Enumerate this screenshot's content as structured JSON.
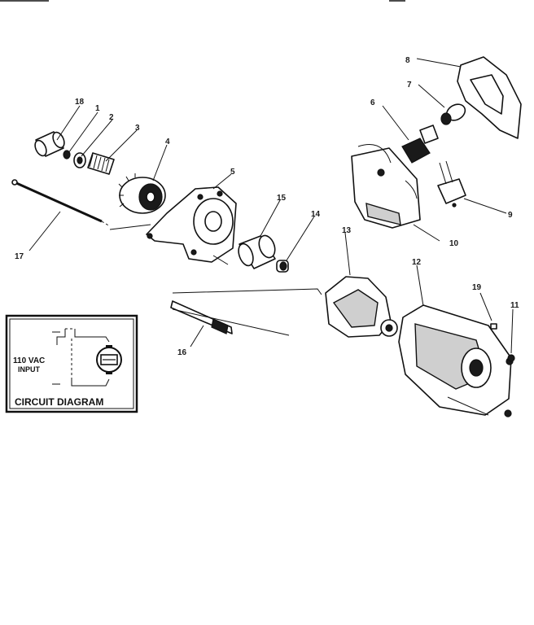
{
  "parts": [
    {
      "ref": "1"
    },
    {
      "ref": "2"
    },
    {
      "ref": "3"
    },
    {
      "ref": "4"
    },
    {
      "ref": "5"
    },
    {
      "ref": "6"
    },
    {
      "ref": "7"
    },
    {
      "ref": "8"
    },
    {
      "ref": "9"
    },
    {
      "ref": "10"
    },
    {
      "ref": "11"
    },
    {
      "ref": "12"
    },
    {
      "ref": "13"
    },
    {
      "ref": "14"
    },
    {
      "ref": "15"
    },
    {
      "ref": "16"
    },
    {
      "ref": "17"
    },
    {
      "ref": "18"
    },
    {
      "ref": "19"
    }
  ],
  "circuit": {
    "title": "CIRCUIT DIAGRAM",
    "input_line1": "110 VAC",
    "input_line2": "INPUT"
  }
}
